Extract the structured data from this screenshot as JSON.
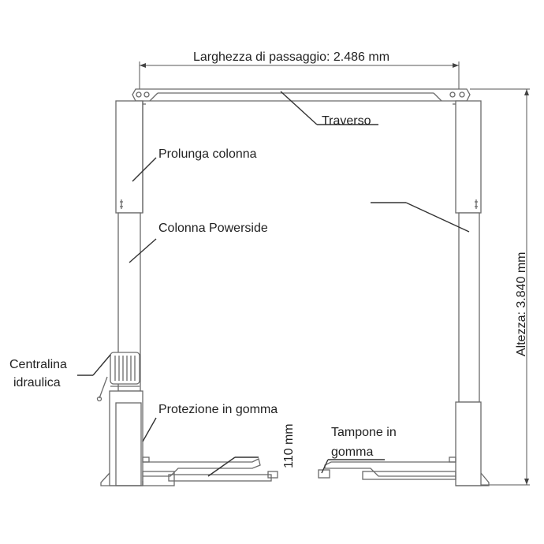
{
  "labels": {
    "width": "Larghezza di passaggio: 2.486 mm",
    "crossbar": "Traverso",
    "extension": "Prolunga colonna",
    "column": "Colonna Powerside",
    "hydraulic_line1": "Centralina",
    "hydraulic_line2": "idraulica",
    "guard": "Protezione in gomma",
    "pad_line1": "Tampone in",
    "pad_line2": "gomma",
    "arm_height": "110 mm",
    "height": "Altezza: 3.840 mm"
  },
  "colors": {
    "line": "#333333",
    "structure": "#6a6a6a",
    "text": "#222222"
  }
}
